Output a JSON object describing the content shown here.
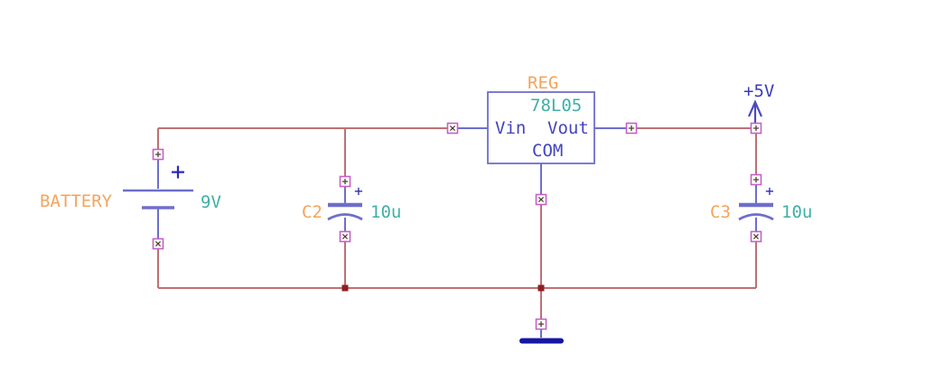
{
  "schematic": {
    "components": {
      "battery": {
        "ref": "BATTERY",
        "value": "9V",
        "polarity": "+"
      },
      "c2": {
        "ref": "C2",
        "value": "10u",
        "polarity": "+"
      },
      "c3": {
        "ref": "C3",
        "value": "10u",
        "polarity": "+"
      },
      "regulator": {
        "ref": "REG",
        "part": "78L05",
        "pin_in": "Vin",
        "pin_out": "Vout",
        "pin_com": "COM"
      }
    },
    "nets": {
      "output_power": "+5V"
    },
    "colors": {
      "wire": "#bf7073",
      "junction": "#8b2020",
      "component_body": "#6e6ecc",
      "pin_label_text": "#4343bf",
      "value_text": "#3fafa5",
      "reference_text": "#f4a45c",
      "power_label_text": "#3a3ab8",
      "pin_endpoint_marker": "#c75fc7",
      "ground_symbol": "#1616a3",
      "background": "#ffffff"
    }
  }
}
